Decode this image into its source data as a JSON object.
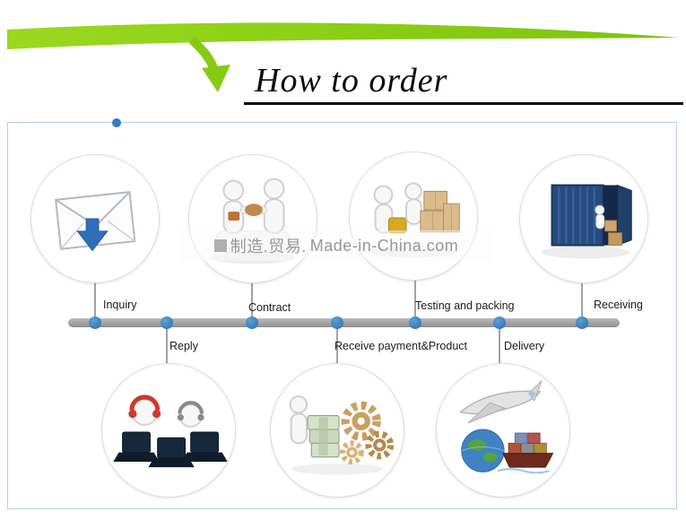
{
  "header": {
    "title": "How to order"
  },
  "watermark": {
    "cn": "制造.贸易.",
    "en": "Made-in-China.com"
  },
  "diagram": {
    "steps": [
      {
        "label": "Inquiry",
        "side": "top",
        "icon": "envelope-icon"
      },
      {
        "label": "Reply",
        "side": "bottom",
        "icon": "customer-service-icon"
      },
      {
        "label": "Contract",
        "side": "top",
        "icon": "handshake-icon"
      },
      {
        "label": "Receive payment&Product",
        "side": "bottom",
        "icon": "payment-gears-icon"
      },
      {
        "label": "Testing and packing",
        "side": "top",
        "icon": "packing-boxes-icon"
      },
      {
        "label": "Delivery",
        "side": "bottom",
        "icon": "air-sea-delivery-icon"
      },
      {
        "label": "Receiving",
        "side": "top",
        "icon": "container-icon"
      }
    ]
  },
  "colors": {
    "banner_green": "#8ccf12",
    "timeline_gray": "#9d9d9d",
    "dot_blue": "#2f7cc1",
    "box_border_blue": "#b9cde6"
  }
}
